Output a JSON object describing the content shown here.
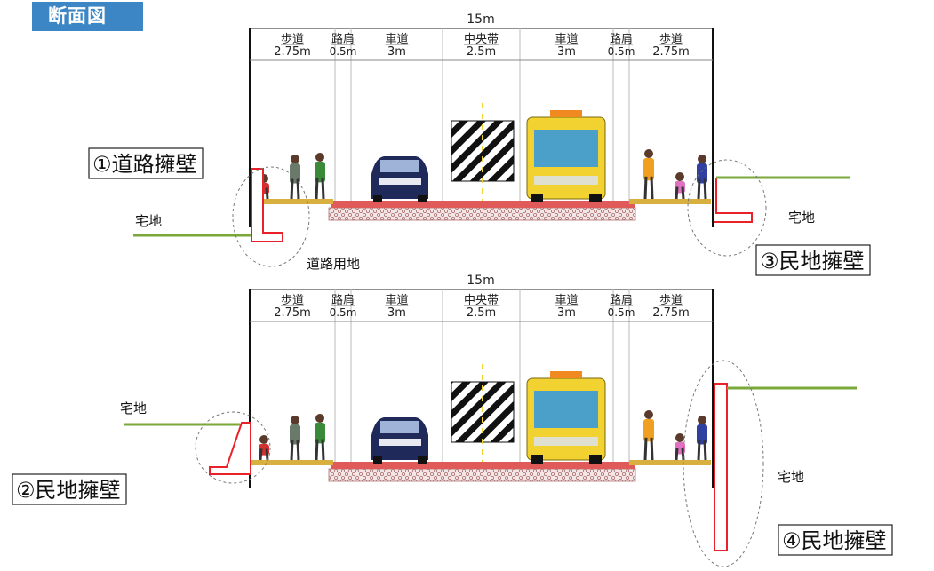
{
  "title": "断面図",
  "top": {
    "width_label": "15m",
    "columns": [
      {
        "name": "歩道",
        "width": "2.75m"
      },
      {
        "name": "路肩",
        "width": "0.5m"
      },
      {
        "name": "車道",
        "width": "3m"
      },
      {
        "name": "中央帯",
        "width": "2.5m"
      },
      {
        "name": "車道",
        "width": "3m"
      },
      {
        "name": "路肩",
        "width": "0.5m"
      },
      {
        "name": "歩道",
        "width": "2.75m"
      }
    ],
    "label_left_wall": "①道路擁壁",
    "label_left_land": "宅地",
    "label_bottom": "道路用地",
    "label_right_land": "宅地",
    "label_right_wall": "③民地擁壁"
  },
  "bottom": {
    "width_label": "15m",
    "columns": [
      {
        "name": "歩道",
        "width": "2.75m"
      },
      {
        "name": "路肩",
        "width": "0.5m"
      },
      {
        "name": "車道",
        "width": "3m"
      },
      {
        "name": "中央帯",
        "width": "2.5m"
      },
      {
        "name": "車道",
        "width": "3m"
      },
      {
        "name": "路肩",
        "width": "0.5m"
      },
      {
        "name": "歩道",
        "width": "2.75m"
      }
    ],
    "label_left_land": "宅地",
    "label_left_wall": "②民地擁壁",
    "label_right_land": "宅地",
    "label_right_wall": "④民地擁壁"
  },
  "colors": {
    "title_bg": "#3d86c6",
    "wall": "#e8212a",
    "ground_green": "#7aa83a",
    "road_surface": "#e05a5a",
    "sidewalk": "#d8b040"
  }
}
